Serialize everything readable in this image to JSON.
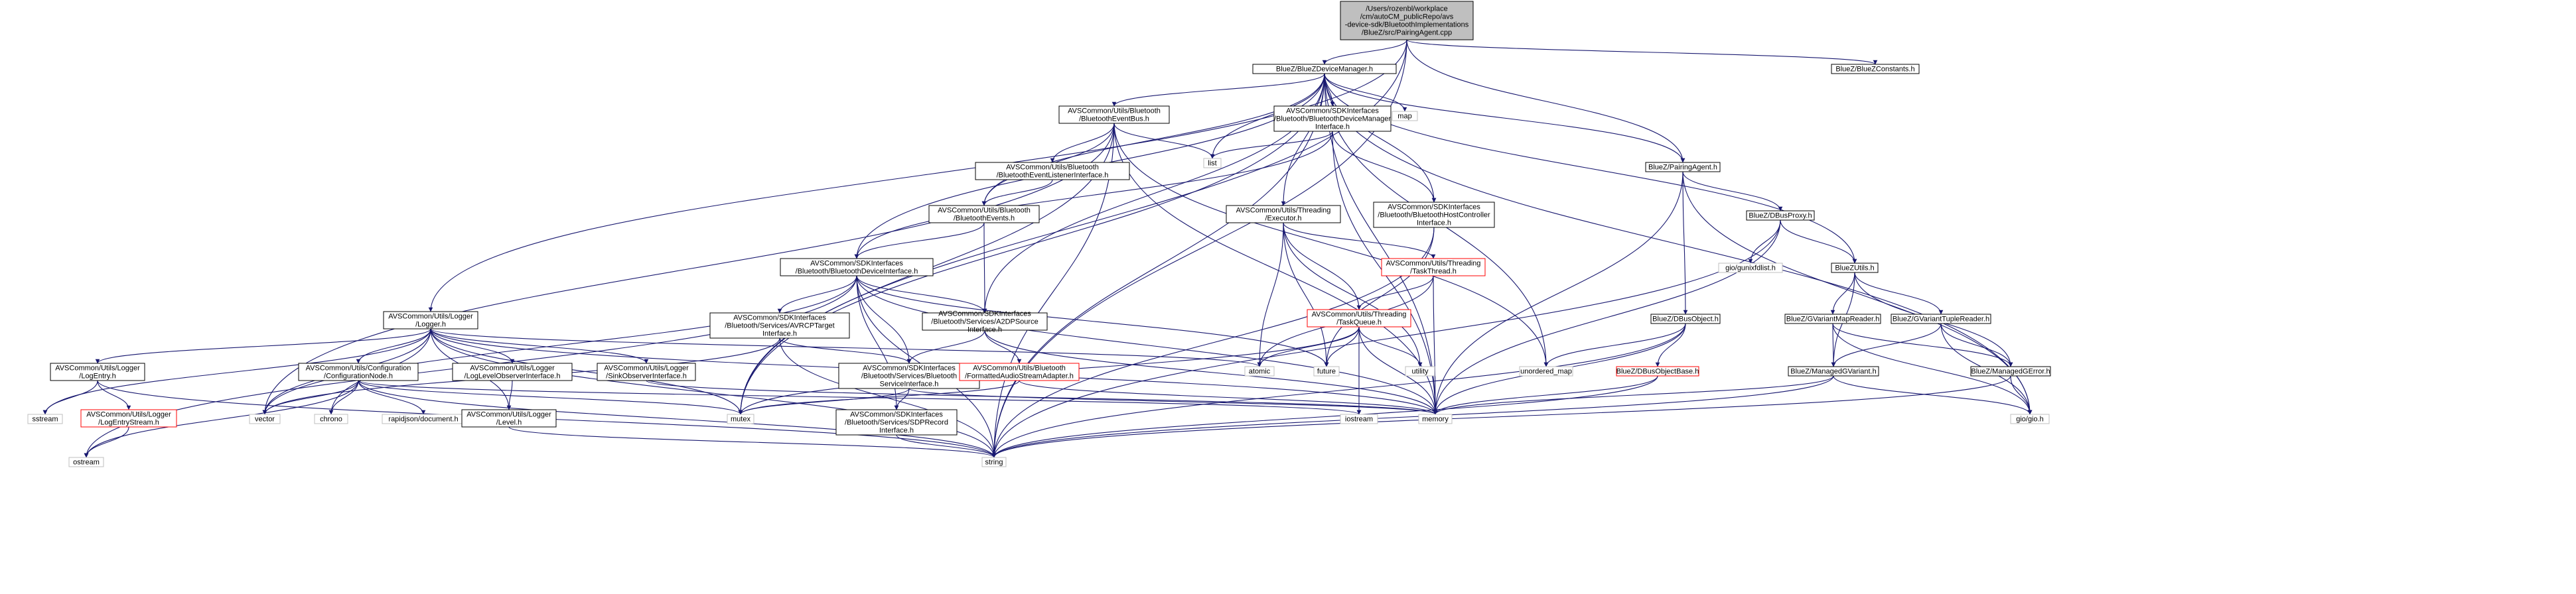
{
  "colors": {
    "edge": "#191970",
    "node_border": "#000000",
    "missing_border": "#bfbfbf",
    "missing_text": "#6e6e6e",
    "error_border": "#ff0000",
    "root_fill": "#bfbfbf",
    "node_fill": "#ffffff"
  },
  "nodes": [
    {
      "id": "root",
      "kind": "root",
      "lines": [
        "/Users/rozenbl/workplace",
        "/cm/autoCM_publicRepo/avs",
        "-device-sdk/BluetoothImplementations",
        "/BlueZ/src/PairingAgent.cpp"
      ]
    },
    {
      "id": "bdm",
      "kind": "normal",
      "lines": [
        "BlueZ/BlueZDeviceManager.h"
      ]
    },
    {
      "id": "bconst",
      "kind": "normal",
      "lines": [
        "BlueZ/BlueZConstants.h"
      ]
    },
    {
      "id": "logger",
      "kind": "normal",
      "lines": [
        "AVSCommon/Utils/Logger",
        "/Logger.h"
      ]
    },
    {
      "id": "btbus",
      "kind": "normal",
      "lines": [
        "AVSCommon/Utils/Bluetooth",
        "/BluetoothEventBus.h"
      ]
    },
    {
      "id": "btdevmgr",
      "kind": "normal",
      "lines": [
        "AVSCommon/SDKInterfaces",
        "/Bluetooth/BluetoothDeviceManager",
        "Interface.h"
      ]
    },
    {
      "id": "map",
      "kind": "missing",
      "lines": [
        "map"
      ]
    },
    {
      "id": "list",
      "kind": "missing",
      "lines": [
        "list"
      ]
    },
    {
      "id": "pairing",
      "kind": "normal",
      "lines": [
        "BlueZ/PairingAgent.h"
      ]
    },
    {
      "id": "btlistener",
      "kind": "normal",
      "lines": [
        "AVSCommon/Utils/Bluetooth",
        "/BluetoothEventListenerInterface.h"
      ]
    },
    {
      "id": "executor",
      "kind": "normal",
      "lines": [
        "AVSCommon/Utils/Threading",
        "/Executor.h"
      ]
    },
    {
      "id": "hostctrl",
      "kind": "normal",
      "lines": [
        "AVSCommon/SDKInterfaces",
        "/Bluetooth/BluetoothHostController",
        "Interface.h"
      ]
    },
    {
      "id": "dbusproxy",
      "kind": "normal",
      "lines": [
        "BlueZ/DBusProxy.h"
      ]
    },
    {
      "id": "btevents",
      "kind": "normal",
      "lines": [
        "AVSCommon/Utils/Bluetooth",
        "/BluetoothEvents.h"
      ]
    },
    {
      "id": "tasktd",
      "kind": "error",
      "lines": [
        "AVSCommon/Utils/Threading",
        "/TaskThread.h"
      ]
    },
    {
      "id": "gunix",
      "kind": "missing",
      "lines": [
        "gio/gunixfdlist.h"
      ]
    },
    {
      "id": "bzutils",
      "kind": "normal",
      "lines": [
        "BlueZUtils.h"
      ]
    },
    {
      "id": "btdevif",
      "kind": "normal",
      "lines": [
        "AVSCommon/SDKInterfaces",
        "/Bluetooth/BluetoothDeviceInterface.h"
      ]
    },
    {
      "id": "taskq",
      "kind": "error",
      "lines": [
        "AVSCommon/Utils/Threading",
        "/TaskQueue.h"
      ]
    },
    {
      "id": "dbusobj",
      "kind": "normal",
      "lines": [
        "BlueZ/DBusObject.h"
      ]
    },
    {
      "id": "vmap",
      "kind": "normal",
      "lines": [
        "BlueZ/GVariantMapReader.h"
      ]
    },
    {
      "id": "vtuple",
      "kind": "normal",
      "lines": [
        "BlueZ/GVariantTupleReader.h"
      ]
    },
    {
      "id": "avrcp",
      "kind": "normal",
      "lines": [
        "AVSCommon/SDKInterfaces",
        "/Bluetooth/Services/AVRCPTarget",
        "Interface.h"
      ]
    },
    {
      "id": "a2dp",
      "kind": "normal",
      "lines": [
        "AVSCommon/SDKInterfaces",
        "/Bluetooth/Services/A2DPSource",
        "Interface.h"
      ]
    },
    {
      "id": "atomic",
      "kind": "missing",
      "lines": [
        "atomic"
      ]
    },
    {
      "id": "future",
      "kind": "missing",
      "lines": [
        "future"
      ]
    },
    {
      "id": "utility",
      "kind": "missing",
      "lines": [
        "utility"
      ]
    },
    {
      "id": "umap",
      "kind": "missing",
      "lines": [
        "unordered_map"
      ]
    },
    {
      "id": "logentry",
      "kind": "normal",
      "lines": [
        "AVSCommon/Utils/Logger",
        "/LogEntry.h"
      ]
    },
    {
      "id": "confnode",
      "kind": "normal",
      "lines": [
        "AVSCommon/Utils/Configuration",
        "/ConfigurationNode.h"
      ]
    },
    {
      "id": "llobs",
      "kind": "normal",
      "lines": [
        "AVSCommon/Utils/Logger",
        "/LogLevelObserverInterface.h"
      ]
    },
    {
      "id": "sinkobs",
      "kind": "normal",
      "lines": [
        "AVSCommon/Utils/Logger",
        "/SinkObserverInterface.h"
      ]
    },
    {
      "id": "btsvc",
      "kind": "normal",
      "lines": [
        "AVSCommon/SDKInterfaces",
        "/Bluetooth/Services/Bluetooth",
        "ServiceInterface.h"
      ]
    },
    {
      "id": "fmtaudio",
      "kind": "error",
      "lines": [
        "AVSCommon/Utils/Bluetooth",
        "/FormattedAudioStreamAdapter.h"
      ]
    },
    {
      "id": "dbusbase",
      "kind": "error",
      "lines": [
        "BlueZ/DBusObjectBase.h"
      ]
    },
    {
      "id": "managedvar",
      "kind": "normal",
      "lines": [
        "BlueZ/ManagedGVariant.h"
      ]
    },
    {
      "id": "managederr",
      "kind": "normal",
      "lines": [
        "BlueZ/ManagedGError.h"
      ]
    },
    {
      "id": "sstream",
      "kind": "missing",
      "lines": [
        "sstream"
      ]
    },
    {
      "id": "logstream",
      "kind": "error",
      "lines": [
        "AVSCommon/Utils/Logger",
        "/LogEntryStream.h"
      ]
    },
    {
      "id": "vector",
      "kind": "missing",
      "lines": [
        "vector"
      ]
    },
    {
      "id": "chrono",
      "kind": "missing",
      "lines": [
        "chrono"
      ]
    },
    {
      "id": "rapid",
      "kind": "missing",
      "lines": [
        "rapidjson/document.h"
      ]
    },
    {
      "id": "level",
      "kind": "normal",
      "lines": [
        "AVSCommon/Utils/Logger",
        "/Level.h"
      ]
    },
    {
      "id": "mutex",
      "kind": "missing",
      "lines": [
        "mutex"
      ]
    },
    {
      "id": "sdp",
      "kind": "normal",
      "lines": [
        "AVSCommon/SDKInterfaces",
        "/Bluetooth/Services/SDPRecord",
        "Interface.h"
      ]
    },
    {
      "id": "iostream",
      "kind": "missing",
      "lines": [
        "iostream"
      ]
    },
    {
      "id": "memory",
      "kind": "missing",
      "lines": [
        "memory"
      ]
    },
    {
      "id": "gio",
      "kind": "missing",
      "lines": [
        "gio/gio.h"
      ]
    },
    {
      "id": "ostream",
      "kind": "missing",
      "lines": [
        "ostream"
      ]
    },
    {
      "id": "string",
      "kind": "missing",
      "lines": [
        "string"
      ]
    }
  ],
  "edges": [
    [
      "root",
      "bdm"
    ],
    [
      "root",
      "bconst"
    ],
    [
      "root",
      "logger"
    ],
    [
      "root",
      "pairing"
    ],
    [
      "root",
      "string"
    ],
    [
      "root",
      "mutex"
    ],
    [
      "bdm",
      "btbus"
    ],
    [
      "bdm",
      "btdevmgr"
    ],
    [
      "bdm",
      "map"
    ],
    [
      "bdm",
      "list"
    ],
    [
      "bdm",
      "pairing"
    ],
    [
      "bdm",
      "executor"
    ],
    [
      "bdm",
      "hostctrl"
    ],
    [
      "bdm",
      "btevents"
    ],
    [
      "bdm",
      "btdevif"
    ],
    [
      "bdm",
      "a2dp"
    ],
    [
      "bdm",
      "mutex"
    ],
    [
      "bdm",
      "memory"
    ],
    [
      "bdm",
      "string"
    ],
    [
      "bdm",
      "bzutils"
    ],
    [
      "bdm",
      "gio"
    ],
    [
      "bdm",
      "umap"
    ],
    [
      "btbus",
      "btlistener"
    ],
    [
      "btbus",
      "btevents"
    ],
    [
      "btbus",
      "list"
    ],
    [
      "btbus",
      "vector"
    ],
    [
      "btbus",
      "mutex"
    ],
    [
      "btbus",
      "memory"
    ],
    [
      "btbus",
      "string"
    ],
    [
      "btbus",
      "umap"
    ],
    [
      "btdevmgr",
      "list"
    ],
    [
      "btdevmgr",
      "btdevif"
    ],
    [
      "btdevmgr",
      "hostctrl"
    ],
    [
      "btdevmgr",
      "memory"
    ],
    [
      "pairing",
      "dbusproxy"
    ],
    [
      "pairing",
      "dbusobj"
    ],
    [
      "pairing",
      "memory"
    ],
    [
      "pairing",
      "gio"
    ],
    [
      "btlistener",
      "btevents"
    ],
    [
      "executor",
      "tasktd"
    ],
    [
      "executor",
      "taskq"
    ],
    [
      "executor",
      "atomic"
    ],
    [
      "executor",
      "future"
    ],
    [
      "executor",
      "utility"
    ],
    [
      "hostctrl",
      "future"
    ],
    [
      "hostctrl",
      "string"
    ],
    [
      "dbusproxy",
      "gunix"
    ],
    [
      "dbusproxy",
      "bzutils"
    ],
    [
      "dbusproxy",
      "memory"
    ],
    [
      "dbusproxy",
      "string"
    ],
    [
      "btevents",
      "btdevif"
    ],
    [
      "btevents",
      "a2dp"
    ],
    [
      "tasktd",
      "taskq"
    ],
    [
      "tasktd",
      "atomic"
    ],
    [
      "tasktd",
      "memory"
    ],
    [
      "bzutils",
      "vmap"
    ],
    [
      "bzutils",
      "vtuple"
    ],
    [
      "bzutils",
      "managedvar"
    ],
    [
      "bzutils",
      "managederr"
    ],
    [
      "btdevif",
      "avrcp"
    ],
    [
      "btdevif",
      "a2dp"
    ],
    [
      "btdevif",
      "btsvc"
    ],
    [
      "btdevif",
      "sdp"
    ],
    [
      "btdevif",
      "future"
    ],
    [
      "btdevif",
      "vector"
    ],
    [
      "btdevif",
      "memory"
    ],
    [
      "btdevif",
      "string"
    ],
    [
      "btdevif",
      "ostream"
    ],
    [
      "taskq",
      "future"
    ],
    [
      "taskq",
      "utility"
    ],
    [
      "taskq",
      "atomic"
    ],
    [
      "taskq",
      "memory"
    ],
    [
      "taskq",
      "mutex"
    ],
    [
      "taskq",
      "iostream"
    ],
    [
      "dbusobj",
      "dbusbase"
    ],
    [
      "dbusobj",
      "umap"
    ],
    [
      "dbusobj",
      "memory"
    ],
    [
      "dbusobj",
      "string"
    ],
    [
      "vmap",
      "managedvar"
    ],
    [
      "vmap",
      "managederr"
    ],
    [
      "vmap",
      "gio"
    ],
    [
      "vtuple",
      "managedvar"
    ],
    [
      "vtuple",
      "managederr"
    ],
    [
      "vtuple",
      "gio"
    ],
    [
      "avrcp",
      "btsvc"
    ],
    [
      "avrcp",
      "string"
    ],
    [
      "avrcp",
      "vector"
    ],
    [
      "a2dp",
      "btsvc"
    ],
    [
      "a2dp",
      "fmtaudio"
    ],
    [
      "a2dp",
      "memory"
    ],
    [
      "logger",
      "logentry"
    ],
    [
      "logger",
      "confnode"
    ],
    [
      "logger",
      "llobs"
    ],
    [
      "logger",
      "sinkobs"
    ],
    [
      "logger",
      "level"
    ],
    [
      "logger",
      "atomic"
    ],
    [
      "logger",
      "sstream"
    ],
    [
      "logger",
      "vector"
    ],
    [
      "logger",
      "mutex"
    ],
    [
      "logger",
      "memory"
    ],
    [
      "logger",
      "string"
    ],
    [
      "logger",
      "chrono"
    ],
    [
      "logentry",
      "logstream"
    ],
    [
      "logentry",
      "sstream"
    ],
    [
      "logentry",
      "string"
    ],
    [
      "logstream",
      "ostream"
    ],
    [
      "confnode",
      "chrono"
    ],
    [
      "confnode",
      "rapid"
    ],
    [
      "confnode",
      "vector"
    ],
    [
      "confnode",
      "mutex"
    ],
    [
      "confnode",
      "iostream"
    ],
    [
      "confnode",
      "string"
    ],
    [
      "confnode",
      "ostream"
    ],
    [
      "llobs",
      "level"
    ],
    [
      "level",
      "string"
    ],
    [
      "sinkobs",
      "memory"
    ],
    [
      "btsvc",
      "sdp"
    ],
    [
      "btsvc",
      "memory"
    ],
    [
      "btsvc",
      "mutex"
    ],
    [
      "fmtaudio",
      "memory"
    ],
    [
      "fmtaudio",
      "mutex"
    ],
    [
      "sdp",
      "string"
    ],
    [
      "dbusbase",
      "memory"
    ],
    [
      "dbusbase",
      "string"
    ],
    [
      "managedvar",
      "memory"
    ],
    [
      "managedvar",
      "string"
    ],
    [
      "managedvar",
      "gio"
    ],
    [
      "managederr",
      "string"
    ],
    [
      "managederr",
      "gio"
    ]
  ]
}
